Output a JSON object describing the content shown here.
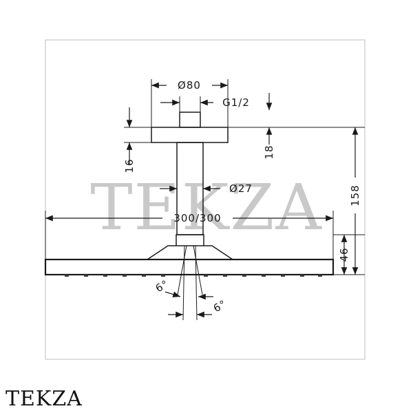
{
  "drawing": {
    "dimensions": {
      "flange_diameter": "Ø80",
      "thread": "G1/2",
      "arm_diameter": "Ø27",
      "head_width": "300/300",
      "flange_thickness": "16",
      "flange_offset": "18",
      "total_height": "158",
      "head_height": "46",
      "spray_angle_left": "6°",
      "spray_angle_right": "6°"
    },
    "watermark": "TEKZA"
  },
  "brand": {
    "logo_text": "TEKZA"
  }
}
